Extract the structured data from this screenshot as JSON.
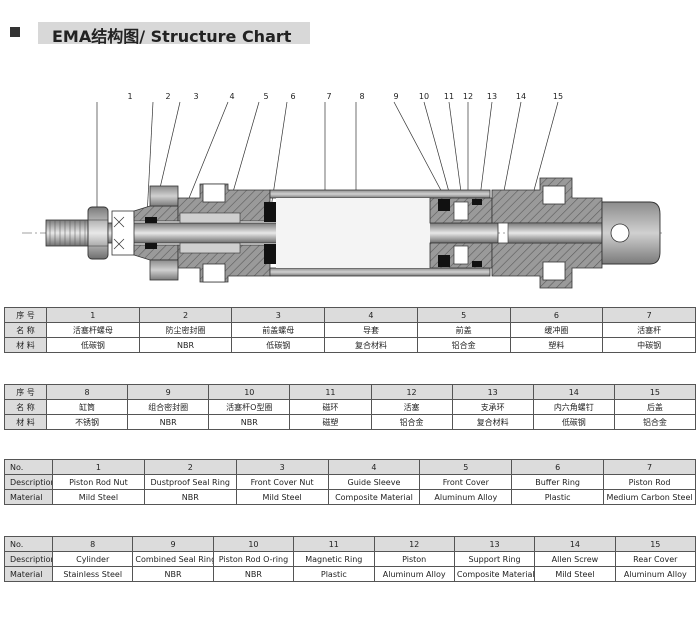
{
  "header": {
    "title": "EMA结构图/ Structure Chart"
  },
  "diagram": {
    "callouts": [
      "1",
      "2",
      "3",
      "4",
      "5",
      "6",
      "7",
      "8",
      "9",
      "10",
      "11",
      "12",
      "13",
      "14",
      "15"
    ]
  },
  "table_cn_1": {
    "row_labels": [
      "序  号",
      "名  称",
      "材  料"
    ],
    "numbers": [
      "1",
      "2",
      "3",
      "4",
      "5",
      "6",
      "7"
    ],
    "names": [
      "活塞杆螺母",
      "防尘密封圈",
      "前盖螺母",
      "导套",
      "前盖",
      "缓冲圈",
      "活塞杆"
    ],
    "materials": [
      "低碳钢",
      "NBR",
      "低碳钢",
      "复合材料",
      "铝合金",
      "塑料",
      "中碳钢"
    ]
  },
  "table_cn_2": {
    "row_labels": [
      "序  号",
      "名  称",
      "材  料"
    ],
    "numbers": [
      "8",
      "9",
      "10",
      "11",
      "12",
      "13",
      "14",
      "15"
    ],
    "names": [
      "缸筒",
      "组合密封圈",
      "活塞杆O型圈",
      "磁环",
      "活塞",
      "支承环",
      "内六角螺钉",
      "后盖"
    ],
    "materials": [
      "不锈钢",
      "NBR",
      "NBR",
      "磁塑",
      "铝合金",
      "复合材料",
      "低碳钢",
      "铝合金"
    ]
  },
  "table_en_1": {
    "row_labels": [
      "No.",
      "Description",
      "Material"
    ],
    "numbers": [
      "1",
      "2",
      "3",
      "4",
      "5",
      "6",
      "7"
    ],
    "names": [
      "Piston Rod Nut",
      "Dustproof Seal Ring",
      "Front Cover Nut",
      "Guide Sleeve",
      "Front Cover",
      "Buffer  Ring",
      "Piston Rod"
    ],
    "materials": [
      "Mild Steel",
      "NBR",
      "Mild Steel",
      "Composite Material",
      "Aluminum Alloy",
      "Plastic",
      "Medium Carbon Steel"
    ]
  },
  "table_en_2": {
    "row_labels": [
      "No.",
      "Description",
      "Material"
    ],
    "numbers": [
      "8",
      "9",
      "10",
      "11",
      "12",
      "13",
      "14",
      "15"
    ],
    "names": [
      "Cylinder",
      "Combined Seal Ring",
      "Piston Rod O-ring",
      "Magnetic Ring",
      "Piston",
      "Support Ring",
      "Allen Screw",
      "Rear Cover"
    ],
    "materials": [
      "Stainless Steel",
      "NBR",
      "NBR",
      "Plastic",
      "Aluminum  Alloy",
      "Composite Material",
      "Mild Steel",
      "Aluminum Alloy"
    ]
  }
}
